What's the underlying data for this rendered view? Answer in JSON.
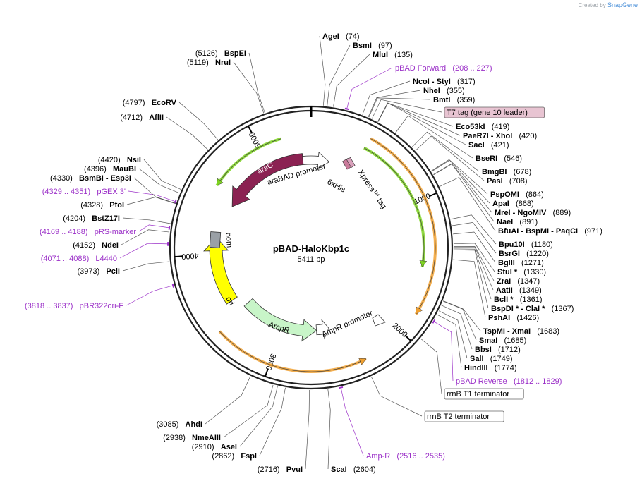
{
  "credit": {
    "prefix": "Created by",
    "brand": "SnapGene"
  },
  "plasmid": {
    "name": "pBAD-HaloKbp1c",
    "length_label": "5411 bp",
    "length": 5411
  },
  "ticks": [
    "1000",
    "2000",
    "3000",
    "4000",
    "5000"
  ],
  "features": [
    {
      "name": "araC",
      "color": "#8b2252"
    },
    {
      "name": "araBAD promoter",
      "color": "#ffffff"
    },
    {
      "name": "6xHis",
      "color": "#c97a9a"
    },
    {
      "name": "Xpress™ tag",
      "color": "#c97a9a"
    },
    {
      "name": "bom",
      "color": "#9aa0a6"
    },
    {
      "name": "ori",
      "color": "#ffff00"
    },
    {
      "name": "AmpR",
      "color": "#c8f5c8"
    },
    {
      "name": "AmpR promoter",
      "color": "#ffffff"
    }
  ],
  "arcs": {
    "orange": "#f0a030",
    "green": "#7ed321"
  },
  "labels": [
    {
      "id": "AgeI",
      "name": "AgeI",
      "pos": "(74)"
    },
    {
      "id": "BsmI",
      "name": "BsmI",
      "pos": "(97)"
    },
    {
      "id": "MluI",
      "name": "MluI",
      "pos": "(135)"
    },
    {
      "id": "pbadfwd",
      "primer": "pBAD Forward",
      "range": "(208 .. 227)"
    },
    {
      "id": "NcoI",
      "name": "NcoI",
      "name2": "StyI",
      "pos": "(317)"
    },
    {
      "id": "NheI",
      "name": "NheI",
      "pos": "(355)"
    },
    {
      "id": "BmtI",
      "name": "BmtI",
      "pos": "(359)"
    },
    {
      "id": "t7",
      "box": "T7 tag (gene 10 leader)"
    },
    {
      "id": "Eco53kI",
      "name": "Eco53kI",
      "pos": "(419)"
    },
    {
      "id": "PaeR7I",
      "name": "PaeR7I",
      "name2": "XhoI",
      "pos": "(420)"
    },
    {
      "id": "SacI",
      "name": "SacI",
      "pos": "(421)"
    },
    {
      "id": "BseRI",
      "name": "BseRI",
      "pos": "(546)"
    },
    {
      "id": "BmgBI",
      "name": "BmgBI",
      "pos": "(678)"
    },
    {
      "id": "PasI",
      "name": "PasI",
      "pos": "(708)"
    },
    {
      "id": "PspOMI",
      "name": "PspOMI",
      "pos": "(864)"
    },
    {
      "id": "ApaI",
      "name": "ApaI",
      "pos": "(868)"
    },
    {
      "id": "MreI",
      "name": "MreI",
      "name2": "NgoMIV",
      "pos": "(889)"
    },
    {
      "id": "NaeI",
      "name": "NaeI",
      "pos": "(891)"
    },
    {
      "id": "BfuAI",
      "name": "BfuAI",
      "name2": "BspMI",
      "name3": "PaqCI",
      "pos": "(971)"
    },
    {
      "id": "Bpu10I",
      "name": "Bpu10I",
      "pos": "(1180)"
    },
    {
      "id": "BsrGI",
      "name": "BsrGI",
      "pos": "(1220)"
    },
    {
      "id": "BglII",
      "name": "BglII",
      "pos": "(1271)"
    },
    {
      "id": "StuI",
      "name": "StuI *",
      "pos": "(1330)"
    },
    {
      "id": "ZraI",
      "name": "ZraI",
      "pos": "(1347)"
    },
    {
      "id": "AatII",
      "name": "AatII",
      "pos": "(1349)"
    },
    {
      "id": "BclI",
      "name": "BclI *",
      "pos": "(1361)"
    },
    {
      "id": "BspDI",
      "name": "BspDI *",
      "name2": "ClaI *",
      "pos": "(1367)"
    },
    {
      "id": "PshAI",
      "name": "PshAI",
      "pos": "(1426)"
    },
    {
      "id": "TspMI",
      "name": "TspMI",
      "name2": "XmaI",
      "pos": "(1683)"
    },
    {
      "id": "SmaI",
      "name": "SmaI",
      "pos": "(1685)"
    },
    {
      "id": "BbsI",
      "name": "BbsI",
      "pos": "(1712)"
    },
    {
      "id": "SalI",
      "name": "SalI",
      "pos": "(1749)"
    },
    {
      "id": "HindIII",
      "name": "HindIII",
      "pos": "(1774)"
    },
    {
      "id": "pbadrev",
      "primer": "pBAD Reverse",
      "range": "(1812 .. 1829)"
    },
    {
      "id": "rrnbt1",
      "box": "rrnB T1 terminator"
    },
    {
      "id": "rrnbt2",
      "box": "rrnB T2 terminator"
    },
    {
      "id": "ampr",
      "primer": "Amp-R",
      "range": "(2516 .. 2535)"
    },
    {
      "id": "ScaI",
      "name": "ScaI",
      "pos": "(2604)"
    },
    {
      "id": "PvuI",
      "name": "PvuI",
      "pos": "(2716)"
    },
    {
      "id": "FspI",
      "name": "FspI",
      "pos": "(2862)"
    },
    {
      "id": "AseI",
      "name": "AseI",
      "pos": "(2910)"
    },
    {
      "id": "NmeAIII",
      "name": "NmeAIII",
      "pos": "(2938)"
    },
    {
      "id": "AhdI",
      "name": "AhdI",
      "pos": "(3085)"
    },
    {
      "id": "pbr322",
      "primer": "pBR322ori-F",
      "range": "(3818 .. 3837)"
    },
    {
      "id": "PciI",
      "name": "PciI",
      "pos": "(3973)"
    },
    {
      "id": "l4440",
      "primer": "L4440",
      "range": "(4071 .. 4088)"
    },
    {
      "id": "NdeI",
      "name": "NdeI",
      "pos": "(4152)"
    },
    {
      "id": "prs",
      "primer": "pRS-marker",
      "range": "(4169 .. 4188)"
    },
    {
      "id": "BstZ17I",
      "name": "BstZ17I",
      "pos": "(4204)"
    },
    {
      "id": "PfoI",
      "name": "PfoI",
      "pos": "(4328)"
    },
    {
      "id": "pgex",
      "primer": "pGEX 3'",
      "range": "(4329 .. 4351)"
    },
    {
      "id": "BsmBI",
      "name": "BsmBI",
      "name2": "Esp3I",
      "pos": "(4330)"
    },
    {
      "id": "MauBI",
      "name": "MauBI",
      "pos": "(4396)"
    },
    {
      "id": "NsiI",
      "name": "NsiI",
      "pos": "(4420)"
    },
    {
      "id": "AflII",
      "name": "AflII",
      "pos": "(4712)"
    },
    {
      "id": "EcoRV",
      "name": "EcoRV",
      "pos": "(4797)"
    },
    {
      "id": "NruI",
      "name": "NruI",
      "pos": "(5119)"
    },
    {
      "id": "BspEI",
      "name": "BspEI",
      "pos": "(5126)"
    }
  ]
}
